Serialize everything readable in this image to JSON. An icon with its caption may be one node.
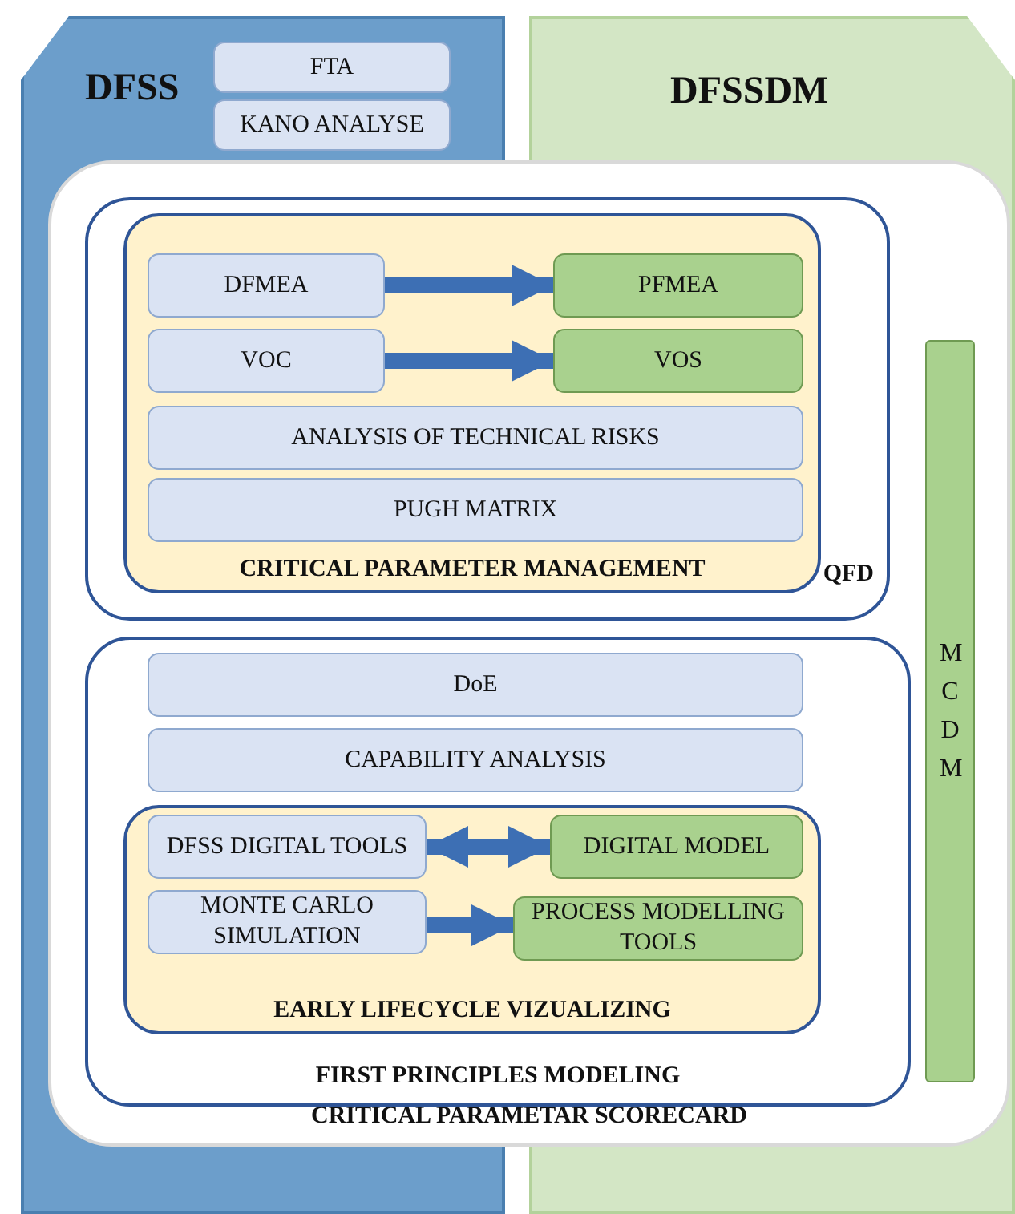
{
  "diagram": {
    "nodes": [
      {
        "text": [
          "DFSS"
        ]
      },
      {
        "text": [
          "DFSSDM"
        ]
      },
      {
        "text": [
          "FTA"
        ],
        "in": 0
      },
      {
        "text": [
          "KANO ANALYSE"
        ],
        "in": 0
      },
      {
        "text": [
          "CRITICAL PARAMETAR SCORECARD"
        ]
      },
      {
        "text": [
          "QFD"
        ],
        "in": 4
      },
      {
        "text": [
          "CRITICAL PARAMETER MANAGEMENT"
        ],
        "in": 5
      },
      {
        "text": [
          "DFMEA"
        ],
        "in": 6
      },
      {
        "text": [
          "PFMEA"
        ],
        "in": 6
      },
      {
        "text": [
          "VOC"
        ],
        "in": 6
      },
      {
        "text": [
          "VOS"
        ],
        "in": 6
      },
      {
        "text": [
          "ANALYSIS OF TECHNICAL RISKS"
        ],
        "in": 6
      },
      {
        "text": [
          "PUGH MATRIX"
        ],
        "in": 6
      },
      {
        "text": [
          "MCDM"
        ],
        "in": 4
      },
      {
        "text": [
          "FIRST PRINCIPLES MODELING"
        ],
        "in": 4
      },
      {
        "text": [
          "DoE"
        ],
        "in": 14
      },
      {
        "text": [
          "CAPABILITY ANALYSIS"
        ],
        "in": 14
      },
      {
        "text": [
          "EARLY LIFECYCLE VIZUALIZING"
        ],
        "in": 14
      },
      {
        "text": [
          "DFSS DIGITAL TOOLS"
        ],
        "in": 17
      },
      {
        "text": [
          "DIGITAL MODEL"
        ],
        "in": 17
      },
      {
        "text": [
          "MONTE CARLO SIMULATION"
        ],
        "in": 17
      },
      {
        "text": [
          "PROCESS MODELLING TOOLS"
        ],
        "in": 17
      }
    ],
    "edges": [
      {
        "from": 7,
        "to": 8,
        "arrow": "to"
      },
      {
        "from": 9,
        "to": 10,
        "arrow": "to"
      },
      {
        "from": 18,
        "to": 19,
        "arrow": "both"
      },
      {
        "from": 20,
        "to": 21,
        "arrow": "to"
      }
    ]
  }
}
